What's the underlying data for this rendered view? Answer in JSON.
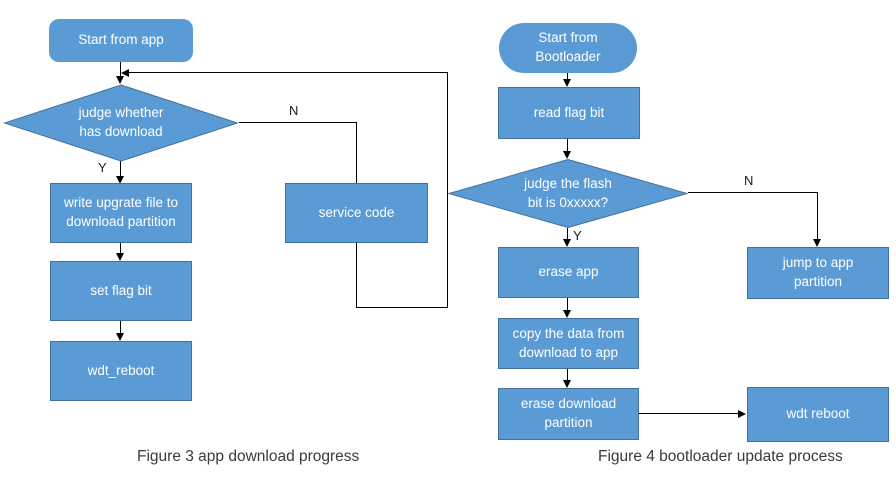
{
  "colors": {
    "shape_fill": "#5B9BD5",
    "shape_border": "#41719C",
    "connector": "#000000",
    "shape_text": "#FFFFFF",
    "caption_text": "#3A3A3A"
  },
  "figure3": {
    "caption": "Figure 3 app download progress",
    "start": "Start from app",
    "judge": "judge whether\nhas download",
    "write_upgrate": "write upgrate file to\ndownload partition",
    "set_flag": "set flag bit",
    "wdt_reboot": "wdt_reboot",
    "service_code": "service code",
    "yes": "Y",
    "no": "N"
  },
  "figure4": {
    "caption": "Figure 4 bootloader update process",
    "start": "Start from\nBootloader",
    "read_flag": "read flag bit",
    "judge": "judge the flash\nbit is 0xxxxx?",
    "erase_app": "erase app",
    "copy_data": "copy the data from\ndownload to app",
    "erase_download": "erase download\npartition",
    "jump_app": "jump to app\npartition",
    "wdt_reboot": "wdt reboot",
    "yes": "Y",
    "no": "N"
  }
}
